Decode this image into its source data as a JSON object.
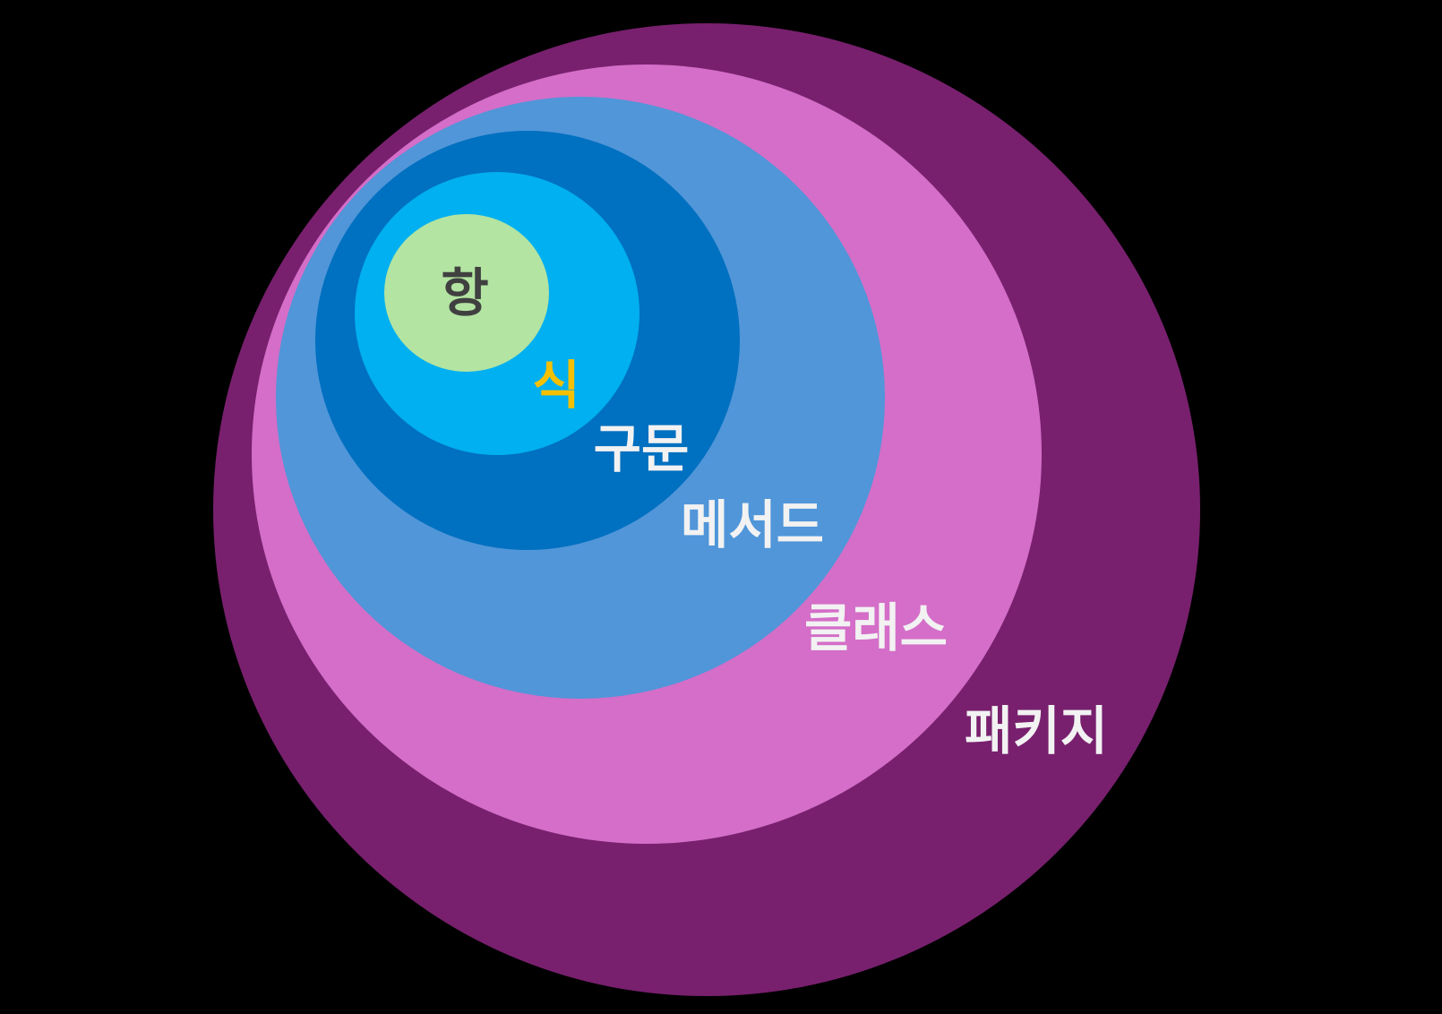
{
  "title": "Nested scope diagram",
  "levels": [
    {
      "label": "패키지",
      "color": "#78206e",
      "text_color": "#f2f2f2"
    },
    {
      "label": "클래스",
      "color": "#d46ec8",
      "text_color": "#f2f2f2"
    },
    {
      "label": "메서드",
      "color": "#5096d9",
      "text_color": "#f2f2f2"
    },
    {
      "label": "구문",
      "color": "#0070c0",
      "text_color": "#f2f2f2"
    },
    {
      "label": "식",
      "color": "#00b0f0",
      "text_color": "#f5c000"
    },
    {
      "label": "항",
      "color": "#b3e4a2",
      "text_color": "#404040"
    }
  ]
}
